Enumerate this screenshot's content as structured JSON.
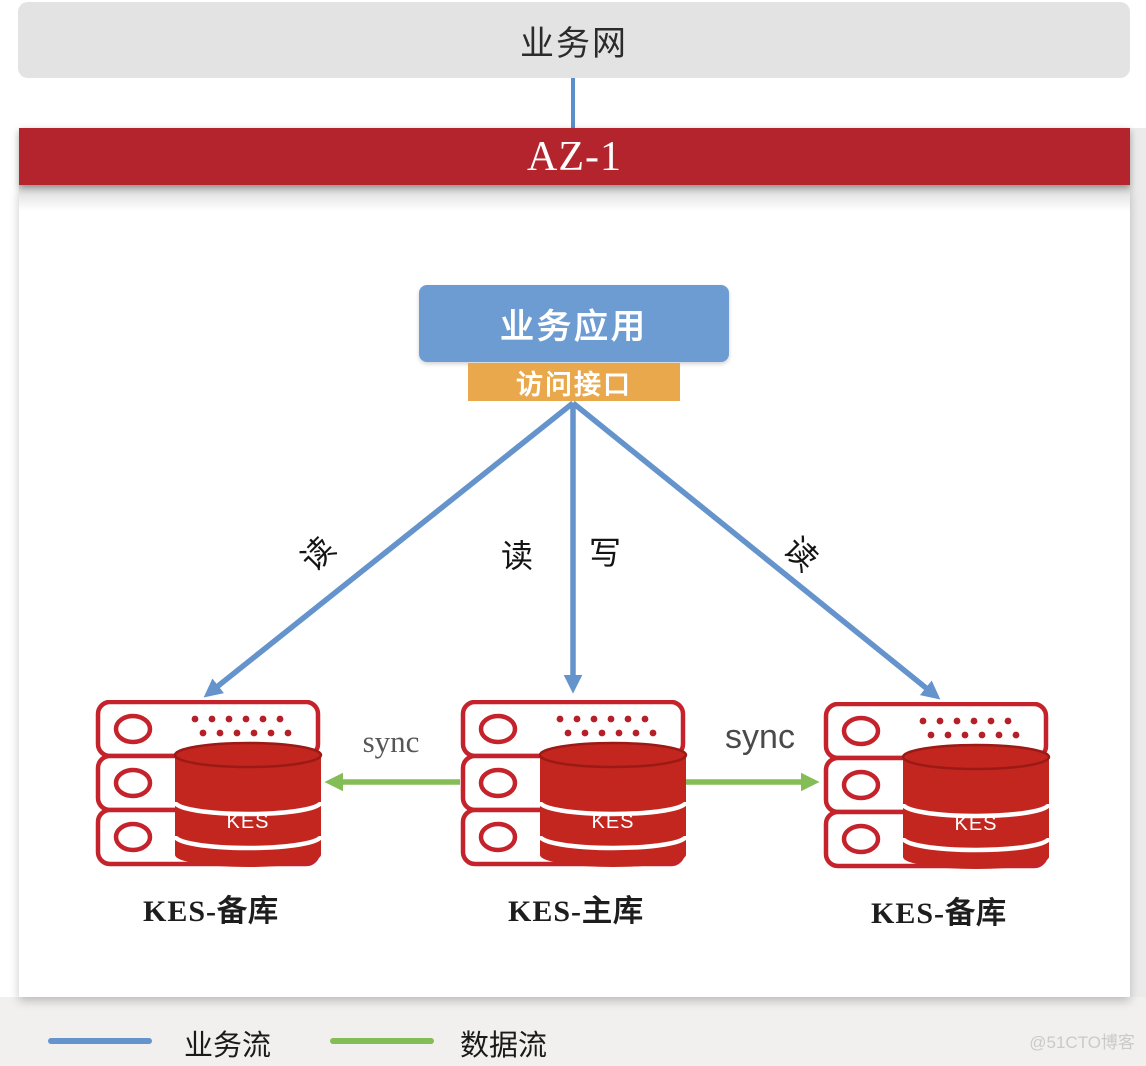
{
  "network_bar": {
    "label": "业务网"
  },
  "az_bar": {
    "label": "AZ-1"
  },
  "app_box": {
    "label": "业务应用"
  },
  "interface_box": {
    "label": "访问接口"
  },
  "flow_labels": {
    "left_read": "读",
    "center_read": "读",
    "center_write": "写",
    "right_read": "读"
  },
  "sync_labels": {
    "left": "sync",
    "right": "sync"
  },
  "servers": [
    {
      "db": "KES",
      "label": "KES-备库"
    },
    {
      "db": "KES",
      "label": "KES-主库"
    },
    {
      "db": "KES",
      "label": "KES-备库"
    }
  ],
  "legend": [
    {
      "label": "业务流",
      "color": "#6593cc"
    },
    {
      "label": "数据流",
      "color": "#84bc55"
    }
  ],
  "watermark": "@51CTO博客",
  "colors": {
    "network_bar_bg": "#e3e3e3",
    "az_bar_bg": "#b4242c",
    "app_box_bg": "#6d9cd3",
    "interface_box_bg": "#e9a84b",
    "business_flow": "#6593cc",
    "data_flow": "#84bc55",
    "server_outline_red": "#c5232b",
    "database_red": "#c3261f"
  }
}
